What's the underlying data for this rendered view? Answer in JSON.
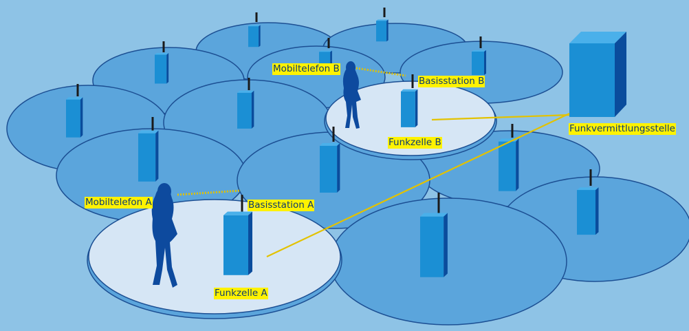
{
  "labels": {
    "phone_a": "Mobiltelefon A",
    "base_a": "Basisstation A",
    "cell_a": "Funkzelle A",
    "phone_b": "Mobiltelefon B",
    "base_b": "Basisstation B",
    "cell_b": "Funkzelle B",
    "switch": "Funkvermittlungsstelle"
  },
  "colors": {
    "background": "#8ec3e6",
    "cell_fill": "#5ba5dc",
    "cell_stroke": "#1c4f93",
    "active_cell_fill": "#d6e6f5",
    "tower_front": "#1b8fd4",
    "tower_side": "#0a4c9c",
    "link_line": "#e3c200",
    "label_highlight": "#fff200",
    "person": "#0d4a9e"
  }
}
